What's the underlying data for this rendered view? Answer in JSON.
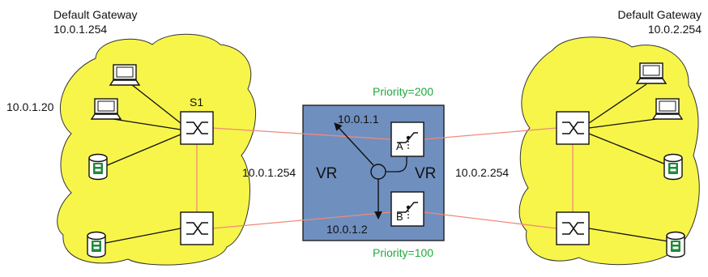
{
  "colors": {
    "cloud_fill": "#f7f54a",
    "cloud_stroke": "#333333",
    "router_box_fill": "#6f8fbf",
    "link_color": "#f08a7a",
    "priority_color": "#21a83c",
    "device_green": "#1f8a3a"
  },
  "left_site": {
    "gateway_title": "Default Gateway",
    "gateway_ip": "10.0.1.254",
    "host_ip": "10.0.1.20",
    "switch_label": "S1",
    "virtual_ip": "10.0.1.254",
    "vr_label": "VR"
  },
  "right_site": {
    "gateway_title": "Default Gateway",
    "gateway_ip": "10.0.2.254",
    "virtual_ip": "10.0.2.254",
    "vr_label": "VR"
  },
  "routers": {
    "a": {
      "letter": "A",
      "ip": "10.0.1.1",
      "priority": "Priority=200"
    },
    "b": {
      "letter": "B",
      "ip": "10.0.1.2",
      "priority": "Priority=100"
    }
  },
  "icons": {
    "switch": "switch-icon",
    "computer": "computer-icon",
    "storage": "storage-icon",
    "router": "router-icon"
  }
}
